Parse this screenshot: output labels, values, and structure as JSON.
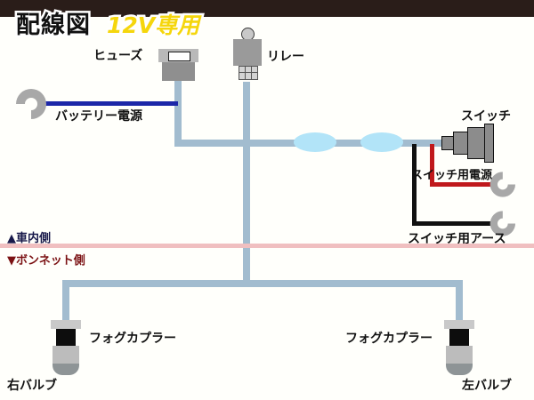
{
  "header": {
    "title": "配線図",
    "badge": "12V専用",
    "bar_color": "#2a1d19",
    "badge_color": "#f5d60c"
  },
  "colors": {
    "wire": "#a2bccf",
    "battery_wire": "#1c27a8",
    "switch_power_wire": "#c0191c",
    "switch_ground_wire": "#111111",
    "connector": "#b2e4f8",
    "divider": "#f0bfc0",
    "cabin_label": "#18194a",
    "bonnet_label": "#7b1113"
  },
  "components": {
    "fuse": {
      "label": "ヒューズ",
      "icon": "fuse-icon"
    },
    "relay": {
      "label": "リレー",
      "icon": "relay-icon"
    },
    "switch": {
      "label": "スイッチ",
      "icon": "switch-icon"
    },
    "fog_coupler_right": {
      "label": "フォグカプラー",
      "icon": "coupler-icon"
    },
    "fog_coupler_left": {
      "label": "フォグカプラー",
      "icon": "coupler-icon"
    },
    "bulb_right": {
      "label": "右バルブ",
      "icon": "bulb-icon"
    },
    "bulb_left": {
      "label": "左バルブ",
      "icon": "bulb-icon"
    }
  },
  "wires": {
    "battery_power": {
      "label": "バッテリー電源",
      "terminal_icon": "c-terminal-icon"
    },
    "switch_power": {
      "label": "スイッチ用電源",
      "terminal_icon": "c-terminal-icon"
    },
    "switch_ground": {
      "label": "スイッチ用アース",
      "terminal_icon": "c-terminal-icon"
    }
  },
  "zones": {
    "cabin": {
      "label": "車内側",
      "arrow": "▲"
    },
    "bonnet": {
      "label": "ボンネット側",
      "arrow": "▼"
    }
  },
  "connectors": {
    "inline_1": "oval-connector",
    "inline_2": "oval-connector"
  }
}
